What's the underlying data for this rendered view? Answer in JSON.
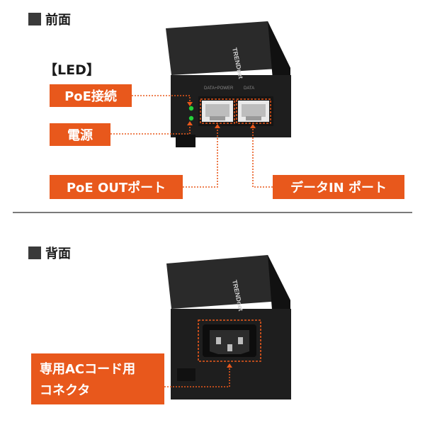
{
  "front": {
    "title": "前面",
    "led_heading": "【LED】",
    "callouts": {
      "poe_link": "PoE接続",
      "power": "電源",
      "poe_out": "PoE OUTポート",
      "data_in": "データIN ポート"
    }
  },
  "back": {
    "title": "背面",
    "callouts": {
      "ac_line1": "専用ACコード用",
      "ac_line2": "コネクタ"
    }
  },
  "colors": {
    "accent": "#e8581c",
    "led": "#25d03a",
    "device": "#1c1c1c"
  }
}
